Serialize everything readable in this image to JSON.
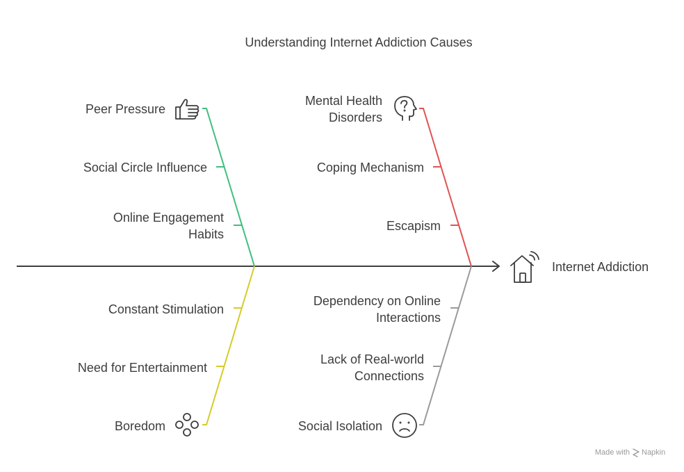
{
  "title": "Understanding Internet Addiction Causes",
  "effect": {
    "label": "Internet Addiction",
    "icon": "smart-home-icon"
  },
  "branches": [
    {
      "id": "social",
      "color": "#3fbf7f",
      "icon": "thumbs-up-icon",
      "causes": [
        {
          "text": [
            "Peer Pressure"
          ]
        },
        {
          "text": [
            "Social Circle Influence"
          ]
        },
        {
          "text": [
            "Online Engagement",
            "Habits"
          ]
        }
      ]
    },
    {
      "id": "psychological",
      "color": "#e05252",
      "icon": "thinking-head-icon",
      "causes": [
        {
          "text": [
            "Mental Health",
            "Disorders"
          ]
        },
        {
          "text": [
            "Coping Mechanism"
          ]
        },
        {
          "text": [
            "Escapism"
          ]
        }
      ]
    },
    {
      "id": "stimulation",
      "color": "#d4cc2a",
      "icon": "gamepad-buttons-icon",
      "causes": [
        {
          "text": [
            "Constant Stimulation"
          ]
        },
        {
          "text": [
            "Need for Entertainment"
          ]
        },
        {
          "text": [
            "Boredom"
          ]
        }
      ]
    },
    {
      "id": "isolation",
      "color": "#9a9a9a",
      "icon": "sad-face-icon",
      "causes": [
        {
          "text": [
            "Dependency on Online",
            "Interactions"
          ]
        },
        {
          "text": [
            "Lack of Real-world",
            "Connections"
          ]
        },
        {
          "text": [
            "Social Isolation"
          ]
        }
      ]
    }
  ],
  "credit": {
    "prefix": "Made with",
    "brand": "Napkin",
    "icon": "napkin-logo-icon"
  }
}
